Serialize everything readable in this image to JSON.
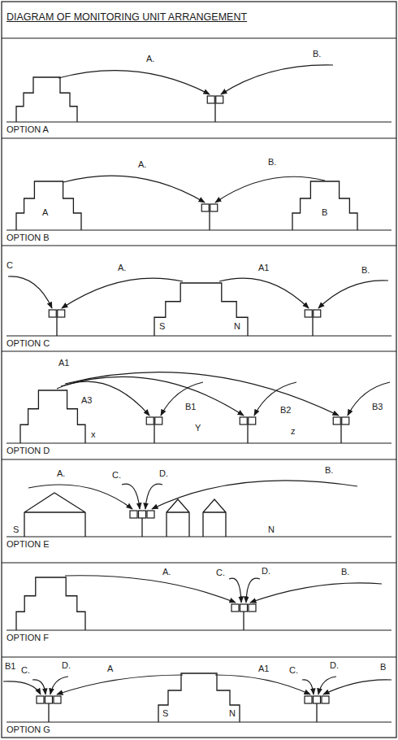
{
  "diagram": {
    "title": "DIAGRAM OF MONITORING UNIT ARRANGEMENT",
    "labels": [
      "A.",
      "B.",
      "OPTION A",
      "A.",
      "B.",
      "A",
      "B",
      "OPTION B",
      "C",
      "A.",
      "A1",
      "B.",
      "S",
      "N",
      "OPTION C",
      "A1",
      "A3",
      "B1",
      "B2",
      "B3",
      "x",
      "Y",
      "z",
      "OPTION D",
      "A.",
      "C.",
      "D.",
      "B.",
      "S",
      "N",
      "OPTION E",
      "A.",
      "C.",
      "D.",
      "B.",
      "OPTION F",
      "B1",
      "C.",
      "D.",
      "A",
      "A1",
      "C.",
      "D.",
      "B",
      "S",
      "N",
      "OPTION G"
    ]
  }
}
